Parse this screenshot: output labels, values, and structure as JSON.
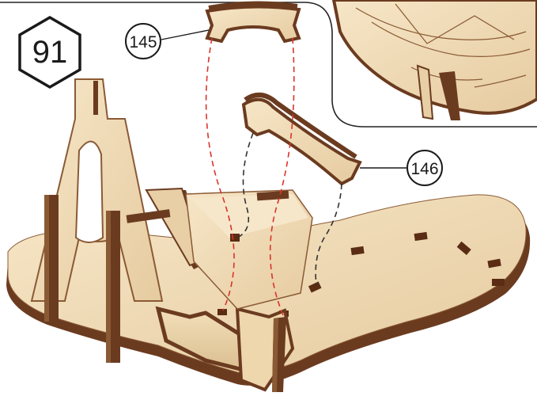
{
  "step": {
    "number": "91"
  },
  "callouts": [
    {
      "label": "145"
    },
    {
      "label": "146"
    }
  ],
  "colors": {
    "plywood_face": "#f1dcb7",
    "plywood_shade": "#dcc195",
    "burnt_edge": "#6b3b20",
    "burnt_edge_dark": "#4a2412",
    "slot": "#5a2c14",
    "guide_red": "#d9342b",
    "guide_black": "#333333",
    "outline": "#222222"
  },
  "icons": {
    "step_badge": "hexagon-badge",
    "detail_inset": "zoom-detail-inset"
  }
}
